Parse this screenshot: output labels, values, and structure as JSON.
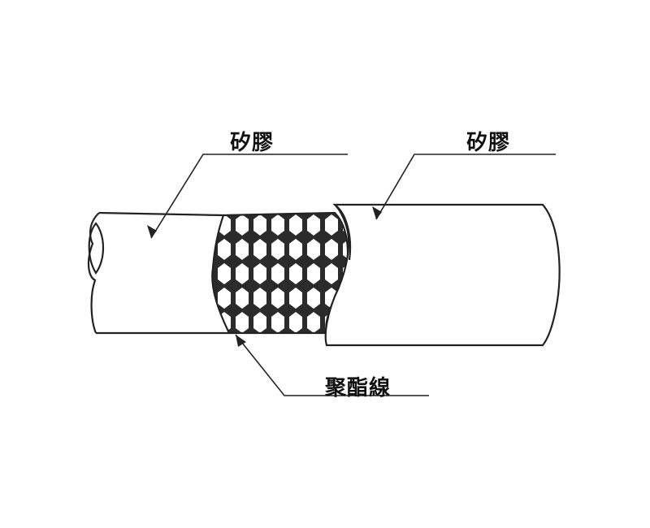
{
  "labels": {
    "inner_layer": "矽膠",
    "outer_layer": "矽膠",
    "braid_layer": "聚酯線"
  },
  "colors": {
    "line": "#222222",
    "braid_fill": "#2a2a2a",
    "background": "#ffffff"
  }
}
